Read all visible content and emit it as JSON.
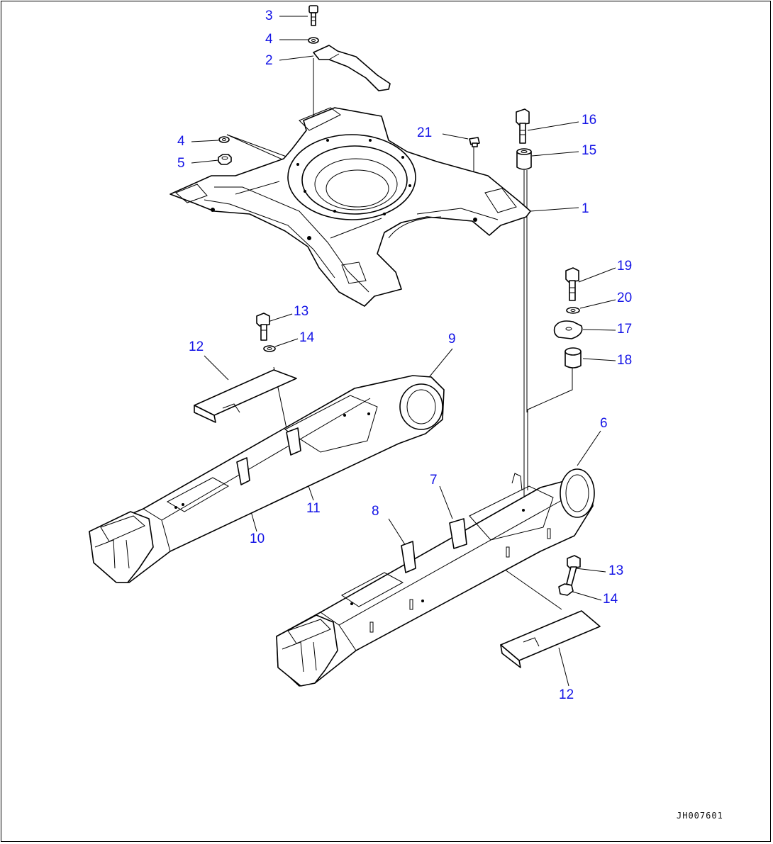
{
  "diagram": {
    "reference_code": "JH007601",
    "callouts": [
      {
        "id": "c3",
        "label": "3"
      },
      {
        "id": "c4a",
        "label": "4"
      },
      {
        "id": "c2",
        "label": "2"
      },
      {
        "id": "c4b",
        "label": "4"
      },
      {
        "id": "c5",
        "label": "5"
      },
      {
        "id": "c21",
        "label": "21"
      },
      {
        "id": "c16",
        "label": "16"
      },
      {
        "id": "c15",
        "label": "15"
      },
      {
        "id": "c1",
        "label": "1"
      },
      {
        "id": "c19",
        "label": "19"
      },
      {
        "id": "c20",
        "label": "20"
      },
      {
        "id": "c17",
        "label": "17"
      },
      {
        "id": "c18",
        "label": "18"
      },
      {
        "id": "c13a",
        "label": "13"
      },
      {
        "id": "c14a",
        "label": "14"
      },
      {
        "id": "c12a",
        "label": "12"
      },
      {
        "id": "c9",
        "label": "9"
      },
      {
        "id": "c6",
        "label": "6"
      },
      {
        "id": "c11",
        "label": "11"
      },
      {
        "id": "c10",
        "label": "10"
      },
      {
        "id": "c7",
        "label": "7"
      },
      {
        "id": "c8",
        "label": "8"
      },
      {
        "id": "c13b",
        "label": "13"
      },
      {
        "id": "c14b",
        "label": "14"
      },
      {
        "id": "c12b",
        "label": "12"
      }
    ],
    "callout_color": "#1414e6",
    "line_color": "#000000"
  }
}
